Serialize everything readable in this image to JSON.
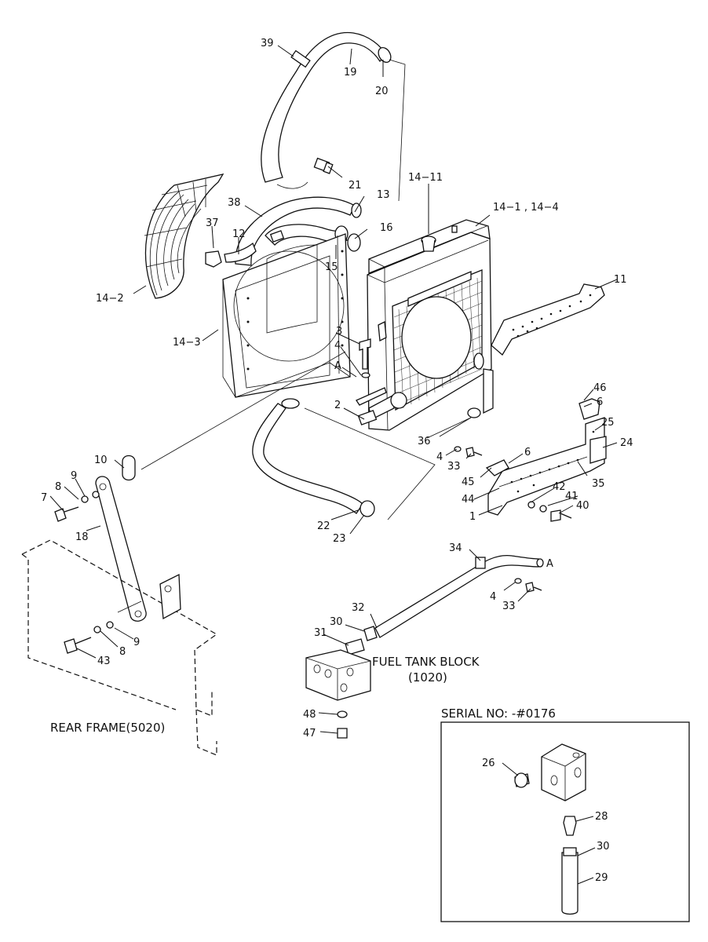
{
  "callouts": [
    {
      "id": "c39",
      "text": "39"
    },
    {
      "id": "c19",
      "text": "19"
    },
    {
      "id": "c20",
      "text": "20"
    },
    {
      "id": "c21",
      "text": "21"
    },
    {
      "id": "c13",
      "text": "13"
    },
    {
      "id": "c38",
      "text": "38"
    },
    {
      "id": "c14_11",
      "text": "14−11"
    },
    {
      "id": "c14_1",
      "text": "14−1 , 14−4"
    },
    {
      "id": "c37",
      "text": "37"
    },
    {
      "id": "c12",
      "text": "12"
    },
    {
      "id": "c16",
      "text": "16"
    },
    {
      "id": "c15",
      "text": "15"
    },
    {
      "id": "c11",
      "text": "11"
    },
    {
      "id": "c14_2",
      "text": "14−2"
    },
    {
      "id": "c14_3",
      "text": "14−3"
    },
    {
      "id": "c3",
      "text": "3"
    },
    {
      "id": "c4a",
      "text": "4"
    },
    {
      "id": "cA1",
      "text": "A"
    },
    {
      "id": "c46",
      "text": "46"
    },
    {
      "id": "c6a",
      "text": "6"
    },
    {
      "id": "c25",
      "text": "25"
    },
    {
      "id": "c2",
      "text": "2"
    },
    {
      "id": "c36",
      "text": "36"
    },
    {
      "id": "c24",
      "text": "24"
    },
    {
      "id": "c4b",
      "text": "4"
    },
    {
      "id": "c6b",
      "text": "6"
    },
    {
      "id": "c33a",
      "text": "33"
    },
    {
      "id": "c10",
      "text": "10"
    },
    {
      "id": "c45",
      "text": "45"
    },
    {
      "id": "c35",
      "text": "35"
    },
    {
      "id": "c9a",
      "text": "9"
    },
    {
      "id": "c8a",
      "text": "8"
    },
    {
      "id": "c42",
      "text": "42"
    },
    {
      "id": "c44",
      "text": "44"
    },
    {
      "id": "c41",
      "text": "41"
    },
    {
      "id": "c7",
      "text": "7"
    },
    {
      "id": "c40",
      "text": "40"
    },
    {
      "id": "c1",
      "text": "1"
    },
    {
      "id": "c22",
      "text": "22"
    },
    {
      "id": "c23",
      "text": "23"
    },
    {
      "id": "c18",
      "text": "18"
    },
    {
      "id": "c34",
      "text": "34"
    },
    {
      "id": "cA2",
      "text": "A"
    },
    {
      "id": "c4c",
      "text": "4"
    },
    {
      "id": "c33b",
      "text": "33"
    },
    {
      "id": "c32",
      "text": "32"
    },
    {
      "id": "c30a",
      "text": "30"
    },
    {
      "id": "c31",
      "text": "31"
    },
    {
      "id": "c9b",
      "text": "9"
    },
    {
      "id": "c8b",
      "text": "8"
    },
    {
      "id": "c43",
      "text": "43"
    },
    {
      "id": "c48",
      "text": "48"
    },
    {
      "id": "c47",
      "text": "47"
    },
    {
      "id": "c26",
      "text": "26"
    },
    {
      "id": "c28",
      "text": "28"
    },
    {
      "id": "c30b",
      "text": "30"
    },
    {
      "id": "c29",
      "text": "29"
    }
  ],
  "labels": {
    "fuel_tank_block": "FUEL TANK BLOCK",
    "fuel_tank_block_ref": "(1020)",
    "rear_frame": "REAR FRAME(5020)",
    "serial_no": "SERIAL NO: -#0176"
  }
}
